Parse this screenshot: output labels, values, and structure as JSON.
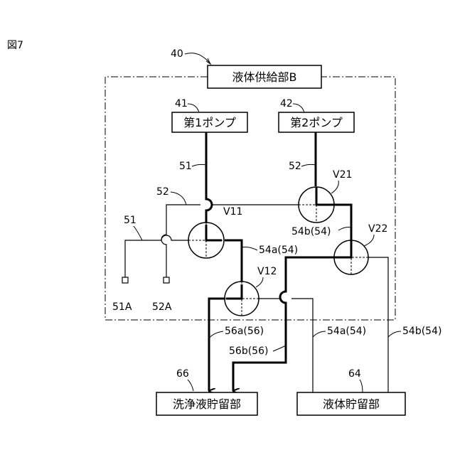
{
  "figure_label": "図7",
  "supply_unit": {
    "ref": "40",
    "label": "液体供給部B"
  },
  "pump1": {
    "ref": "41",
    "label": "第1ポンプ"
  },
  "pump2": {
    "ref": "42",
    "label": "第2ポンプ"
  },
  "lines": {
    "line51_pump": "51",
    "line52_pump": "52",
    "line52_cross": "52",
    "line51_left": "51",
    "line54a_upper": "54a(54)",
    "line54b_upper": "54b(54)",
    "line56a": "56a(56)",
    "line56b": "56b(56)",
    "line54a_lower": "54a(54)",
    "line54b_lower": "54b(54)"
  },
  "valves": {
    "v11": "V11",
    "v12": "V12",
    "v21": "V21",
    "v22": "V22"
  },
  "ports": {
    "p51a": "51A",
    "p52a": "52A"
  },
  "cleaning_storage": {
    "ref": "66",
    "label": "洗浄液貯留部"
  },
  "liquid_storage": {
    "ref": "64",
    "label": "液体貯留部"
  }
}
